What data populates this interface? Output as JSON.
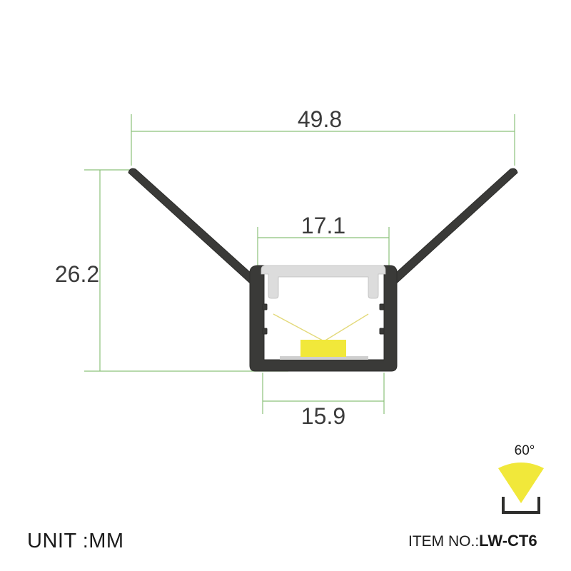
{
  "dimensions": {
    "overall_width": "49.8",
    "inner_top_width": "17.1",
    "height": "26.2",
    "inner_bottom_width": "15.9"
  },
  "beam": {
    "angle": "60°"
  },
  "footer": {
    "unit": "UNIT :MM",
    "item_prefix": "ITEM NO.:",
    "item_code": "LW-CT6"
  },
  "colors": {
    "dimension_lines": "#8cc27a",
    "profile": "#3a3a38",
    "diffuser": "#dcdcdc",
    "led": "#f1e83a"
  }
}
